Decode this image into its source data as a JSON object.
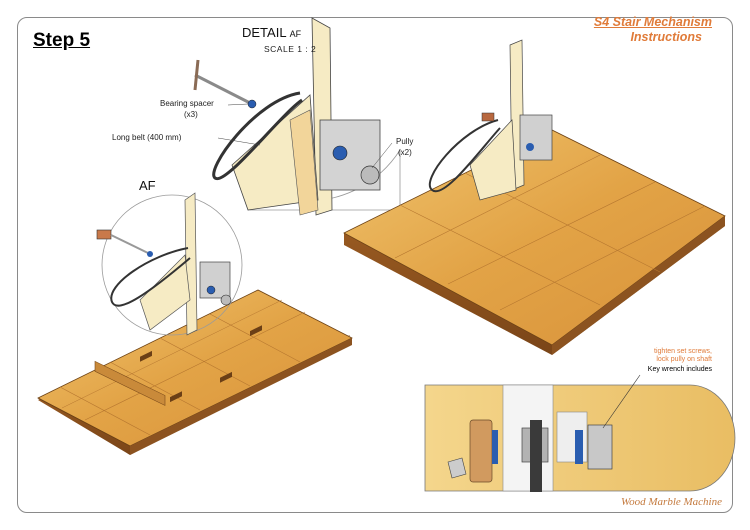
{
  "header": {
    "step": "Step 5",
    "title_line1": "S4 Stair Mechanism",
    "title_line2": "Instructions"
  },
  "detail_view": {
    "title": "DETAIL",
    "suffix": "AF",
    "scale": "SCALE 1 : 2",
    "labels": {
      "bearing_spacer": "Bearing spacer",
      "bearing_spacer_qty": "(x3)",
      "long_belt": "Long belt (400 mm)",
      "pully": "Pully",
      "pully_qty": "(x2)"
    }
  },
  "callout_af": "AF",
  "inset_notes": {
    "line1": "tighten set screws,",
    "line2": "lock pully on shaft",
    "line3": "Key wrench includes"
  },
  "footer": "Wood Marble Machine",
  "colors": {
    "accent": "#e07b39",
    "wood": "#e3a043",
    "wood_light": "#f1c777",
    "panel": "#f6ebc4",
    "metal": "#c9c9c9",
    "blue": "#2a5db0"
  }
}
